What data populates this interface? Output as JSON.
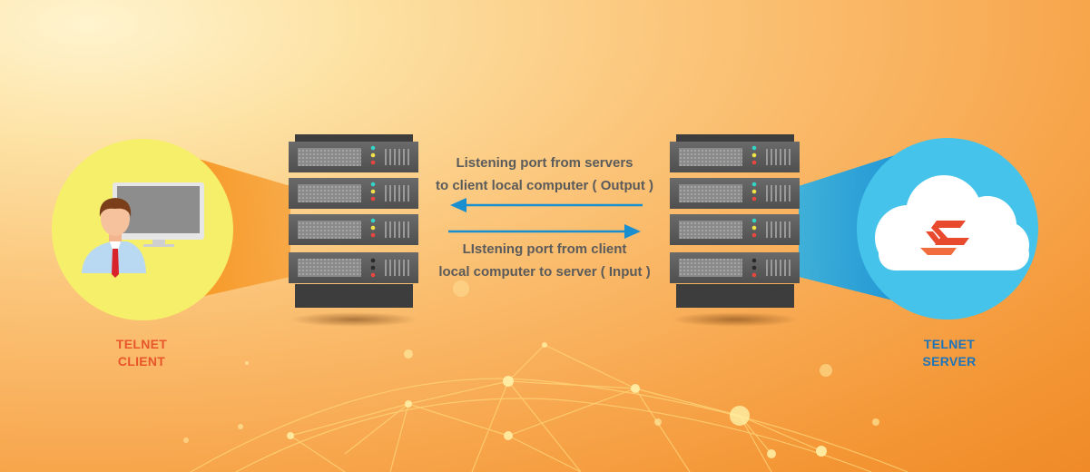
{
  "client": {
    "label_line1": "TELNET",
    "label_line2": "CLIENT",
    "label_color": "#e8552a",
    "circle_color": "#f6ef6a",
    "beam_color": "#f7941d"
  },
  "server": {
    "label_line1": "TELNET",
    "label_line2": "SERVER",
    "label_color": "#1c74b9",
    "circle_color": "#45c3ea",
    "beam_color": "#1e9fd8"
  },
  "connection": {
    "output_line1": "Listening port from servers",
    "output_line2": "to client local computer ( Output )",
    "input_line1": "LIstening port from client",
    "input_line2": "local computer to server ( Input )",
    "arrow_color": "#1a8fd0"
  },
  "icons": {
    "client": "user-at-computer-icon",
    "server_rack": "server-rack-icon",
    "cloud": "cloud-logo-icon",
    "network": "network-globe"
  }
}
